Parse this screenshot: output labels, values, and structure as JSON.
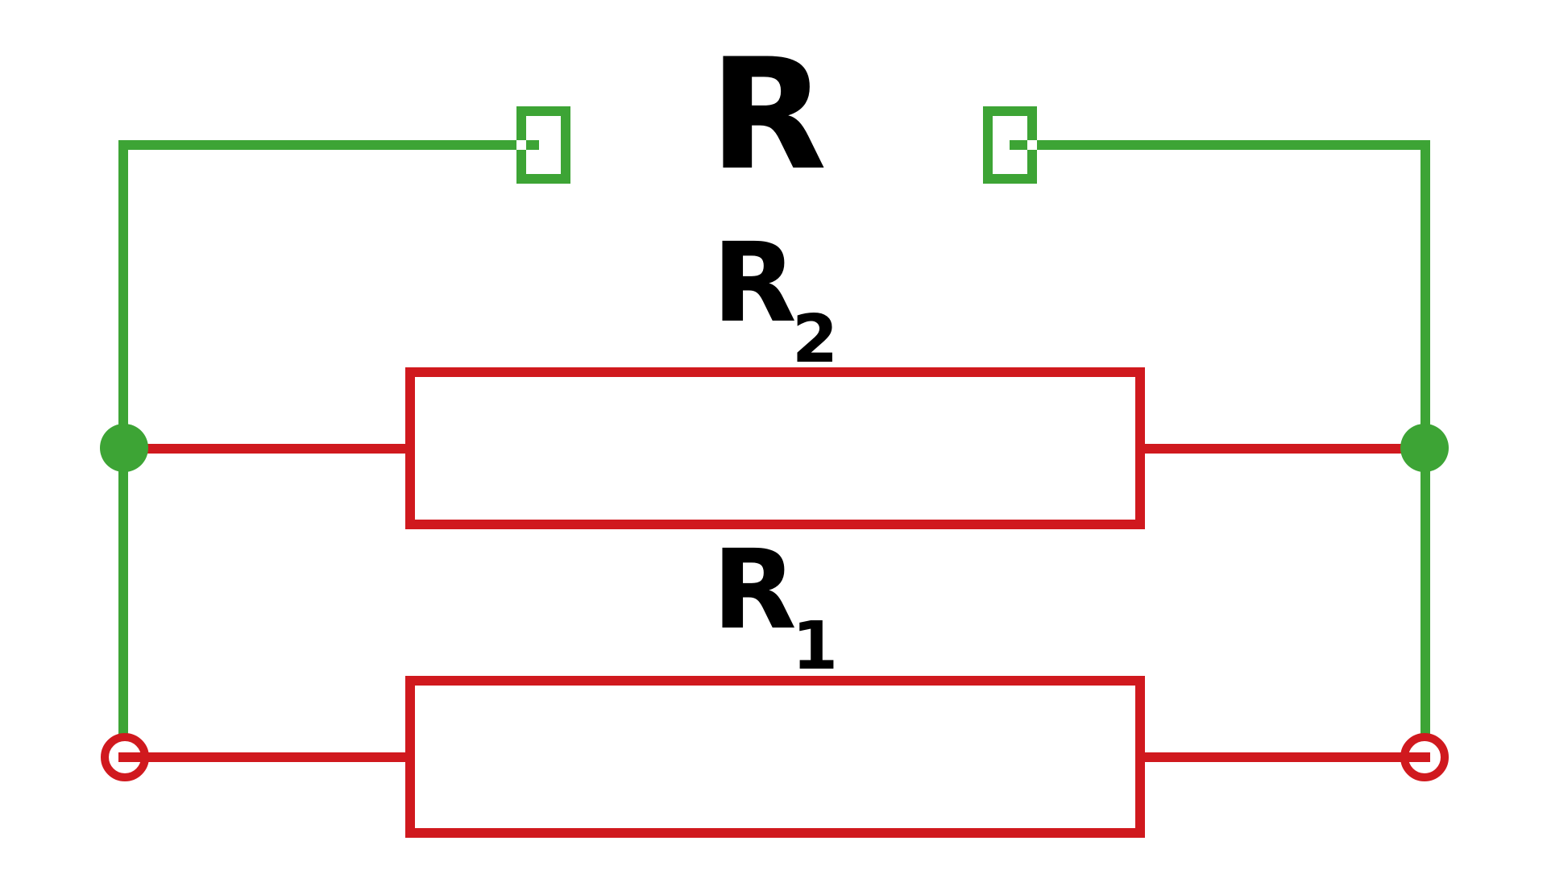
{
  "labels": {
    "total": "R",
    "r2_letter": "R",
    "r2_sub": "2",
    "r1_letter": "R",
    "r1_sub": "1"
  },
  "colors": {
    "background": "#ffffff",
    "green_wire": "#3da435",
    "red_wire": "#d0191e",
    "text": "#000000"
  }
}
